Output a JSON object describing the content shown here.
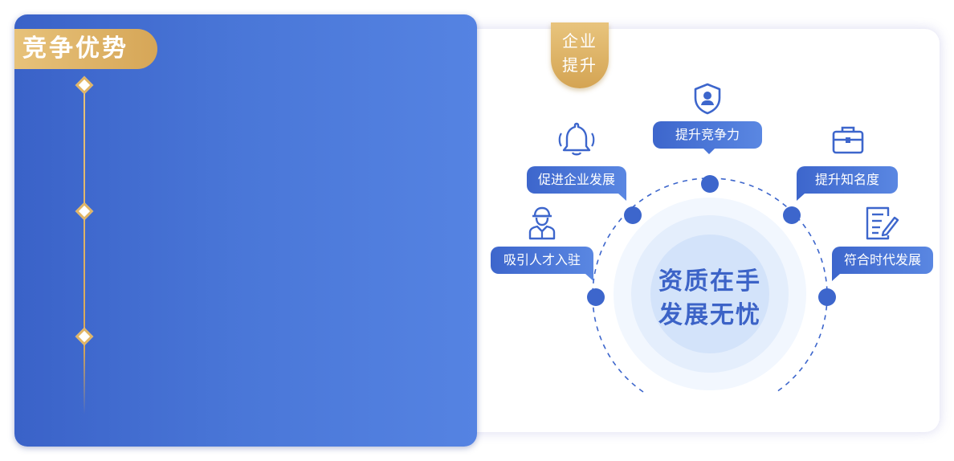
{
  "left_panel": {
    "title": "竞争优势"
  },
  "badge": {
    "line1": "企业",
    "line2": "提升"
  },
  "diagram": {
    "center_line1": "资质在手",
    "center_line2": "发展无忧",
    "nodes": [
      {
        "label": "提升竞争力",
        "icon": "shield-user-icon"
      },
      {
        "label": "促进企业发展",
        "icon": "bell-icon"
      },
      {
        "label": "提升知名度",
        "icon": "briefcase-icon"
      },
      {
        "label": "吸引人才入驻",
        "icon": "worker-icon"
      },
      {
        "label": "符合时代发展",
        "icon": "document-edit-icon"
      }
    ]
  },
  "colors": {
    "primary_blue": "#3d66cc",
    "gold": "#d9ab5c"
  }
}
